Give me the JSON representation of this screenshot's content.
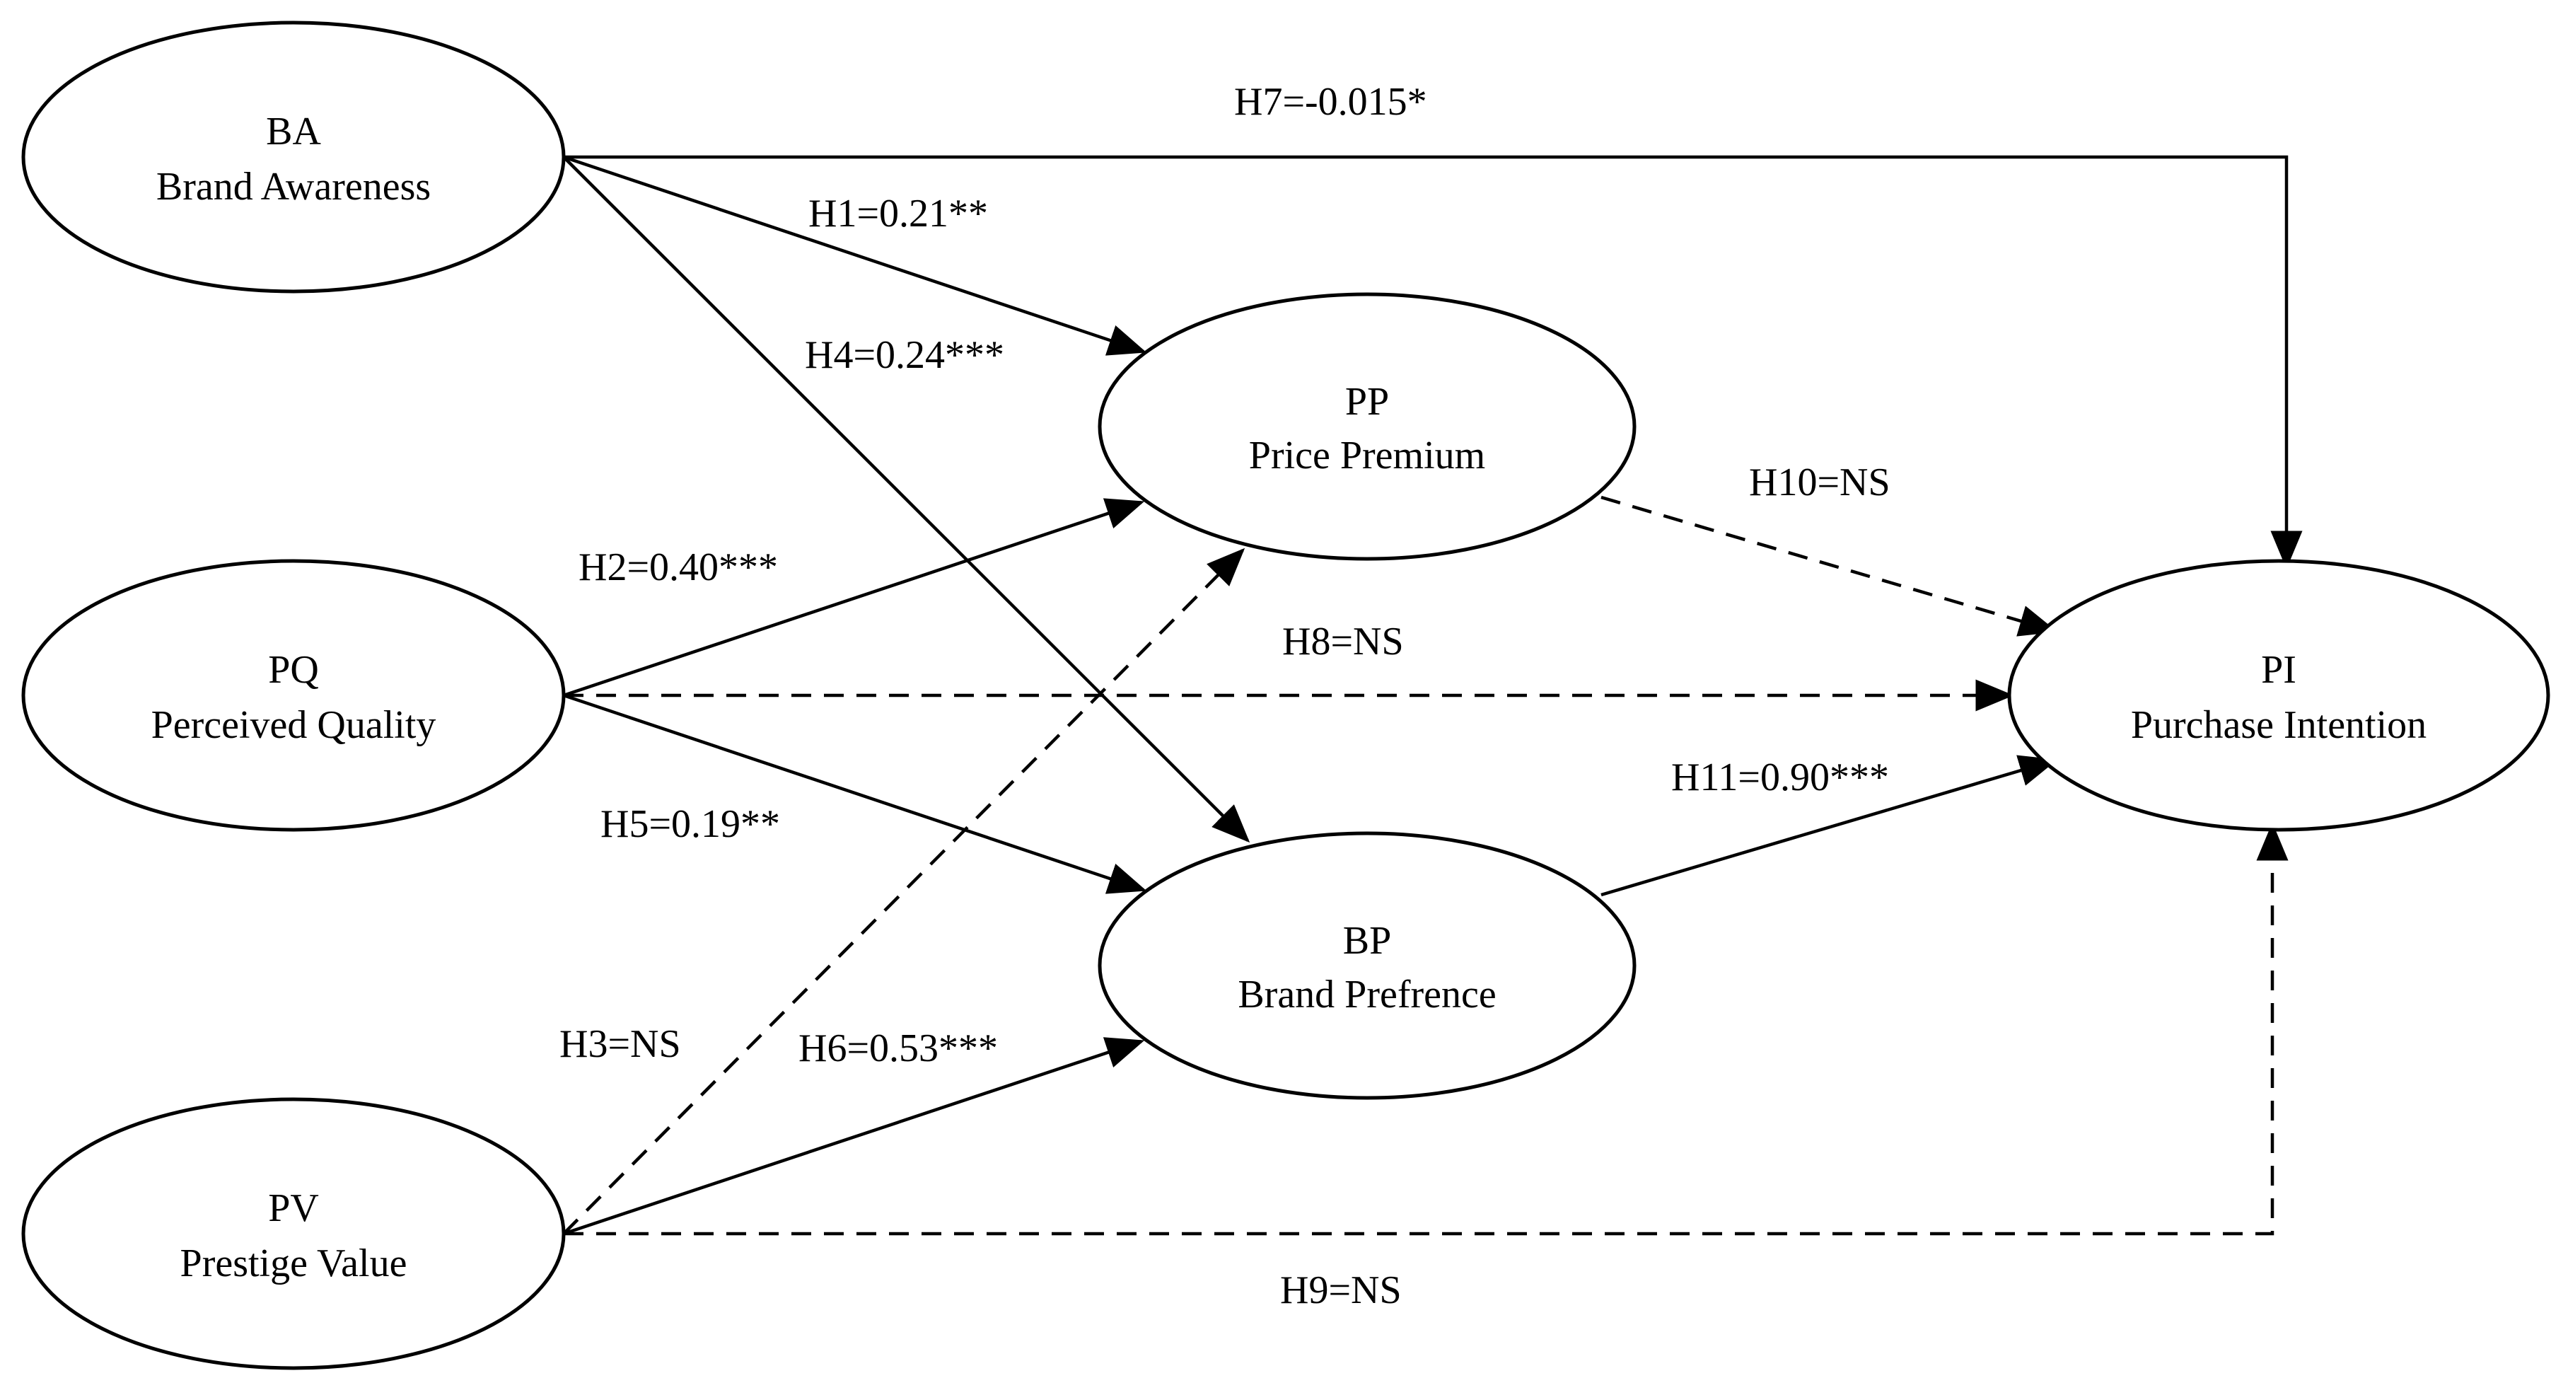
{
  "diagram": {
    "nodes": {
      "BA": {
        "abbr": "BA",
        "name": "Brand Awareness"
      },
      "PQ": {
        "abbr": "PQ",
        "name": "Perceived Quality"
      },
      "PV": {
        "abbr": "PV",
        "name": "Prestige Value"
      },
      "PP": {
        "abbr": "PP",
        "name": "Price Premium"
      },
      "BP": {
        "abbr": "BP",
        "name": "Brand Prefrence"
      },
      "PI": {
        "abbr": "PI",
        "name": "Purchase Intention"
      }
    },
    "edges": {
      "H1": {
        "label": "H1=0.21**",
        "from": "BA",
        "to": "PP",
        "style": "solid"
      },
      "H2": {
        "label": "H2=0.40***",
        "from": "PQ",
        "to": "PP",
        "style": "solid"
      },
      "H3": {
        "label": "H3=NS",
        "from": "PV",
        "to": "PP",
        "style": "dashed"
      },
      "H4": {
        "label": "H4=0.24***",
        "from": "BA",
        "to": "BP",
        "style": "solid"
      },
      "H5": {
        "label": "H5=0.19**",
        "from": "PQ",
        "to": "BP",
        "style": "solid"
      },
      "H6": {
        "label": "H6=0.53***",
        "from": "PV",
        "to": "BP",
        "style": "solid"
      },
      "H7": {
        "label": "H7=-0.015*",
        "from": "BA",
        "to": "PI",
        "style": "solid"
      },
      "H8": {
        "label": "H8=NS",
        "from": "PQ",
        "to": "PI",
        "style": "dashed"
      },
      "H9": {
        "label": "H9=NS",
        "from": "PV",
        "to": "PI",
        "style": "dashed"
      },
      "H10": {
        "label": "H10=NS",
        "from": "PP",
        "to": "PI",
        "style": "dashed"
      },
      "H11": {
        "label": "H11=0.90***",
        "from": "BP",
        "to": "PI",
        "style": "solid"
      }
    }
  }
}
